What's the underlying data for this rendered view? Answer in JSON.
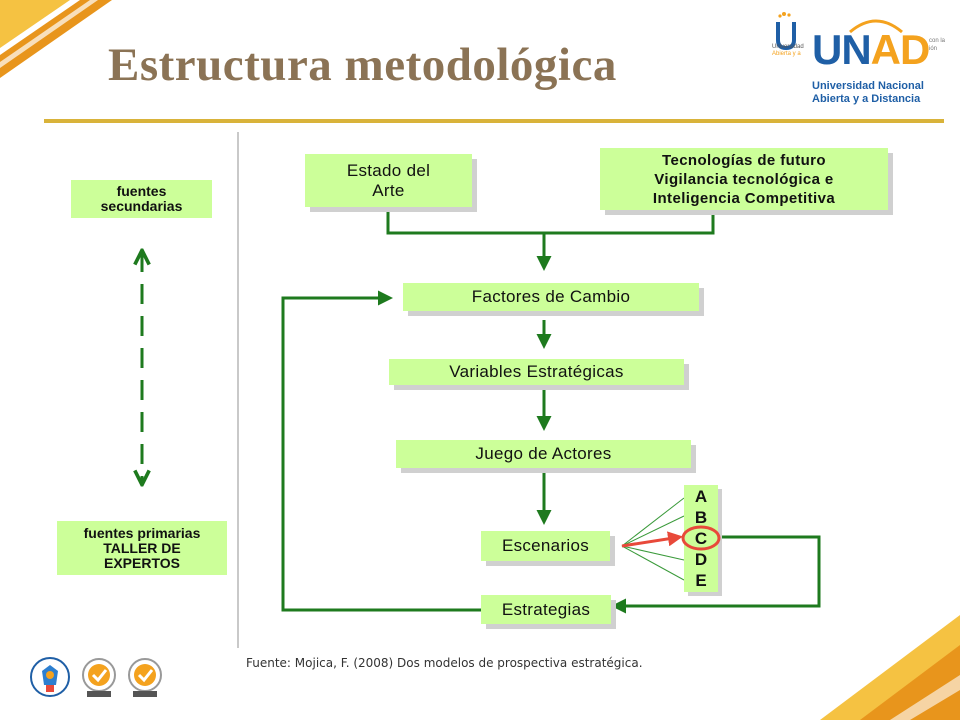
{
  "slide": {
    "title": "Estructura metodológica",
    "source": "Fuente: Mojica, F. (2008) Dos modelos de prospectiva estratégica."
  },
  "logos": {
    "u_text_1": "Universidad",
    "u_text_2": "Abierta y a",
    "unad_blue": "UN",
    "unad_orange": "AD",
    "unad_line1": "Universidad Nacional",
    "unad_line2": "Abierta y a Distancia",
    "tiny_1": "con la",
    "tiny_2": "ión"
  },
  "side": {
    "secondary": [
      "fuentes",
      "secundarias"
    ],
    "primary": [
      "fuentes primarias",
      "TALLER DE",
      "EXPERTOS"
    ]
  },
  "nodes": {
    "estado": [
      "Estado del",
      "Arte"
    ],
    "tecnologias": [
      "Tecnologías de futuro",
      "Vigilancia tecnológica e",
      "Inteligencia Competitiva"
    ],
    "factores": "Factores de Cambio",
    "variables": "Variables Estratégicas",
    "juego": "Juego de Actores",
    "escenarios": "Escenarios",
    "estrategias": "Estrategias"
  },
  "scenario_letters": [
    "A",
    "B",
    "C",
    "D",
    "E"
  ],
  "colors": {
    "box_fill": "#ccff99",
    "arrow_green": "#1e7a1e",
    "title_brown": "#8b7355",
    "rule_gold": "#d9b33a",
    "highlight_red": "#e8493a",
    "unad_blue": "#1f5fa6",
    "unad_orange": "#f4a21e"
  }
}
